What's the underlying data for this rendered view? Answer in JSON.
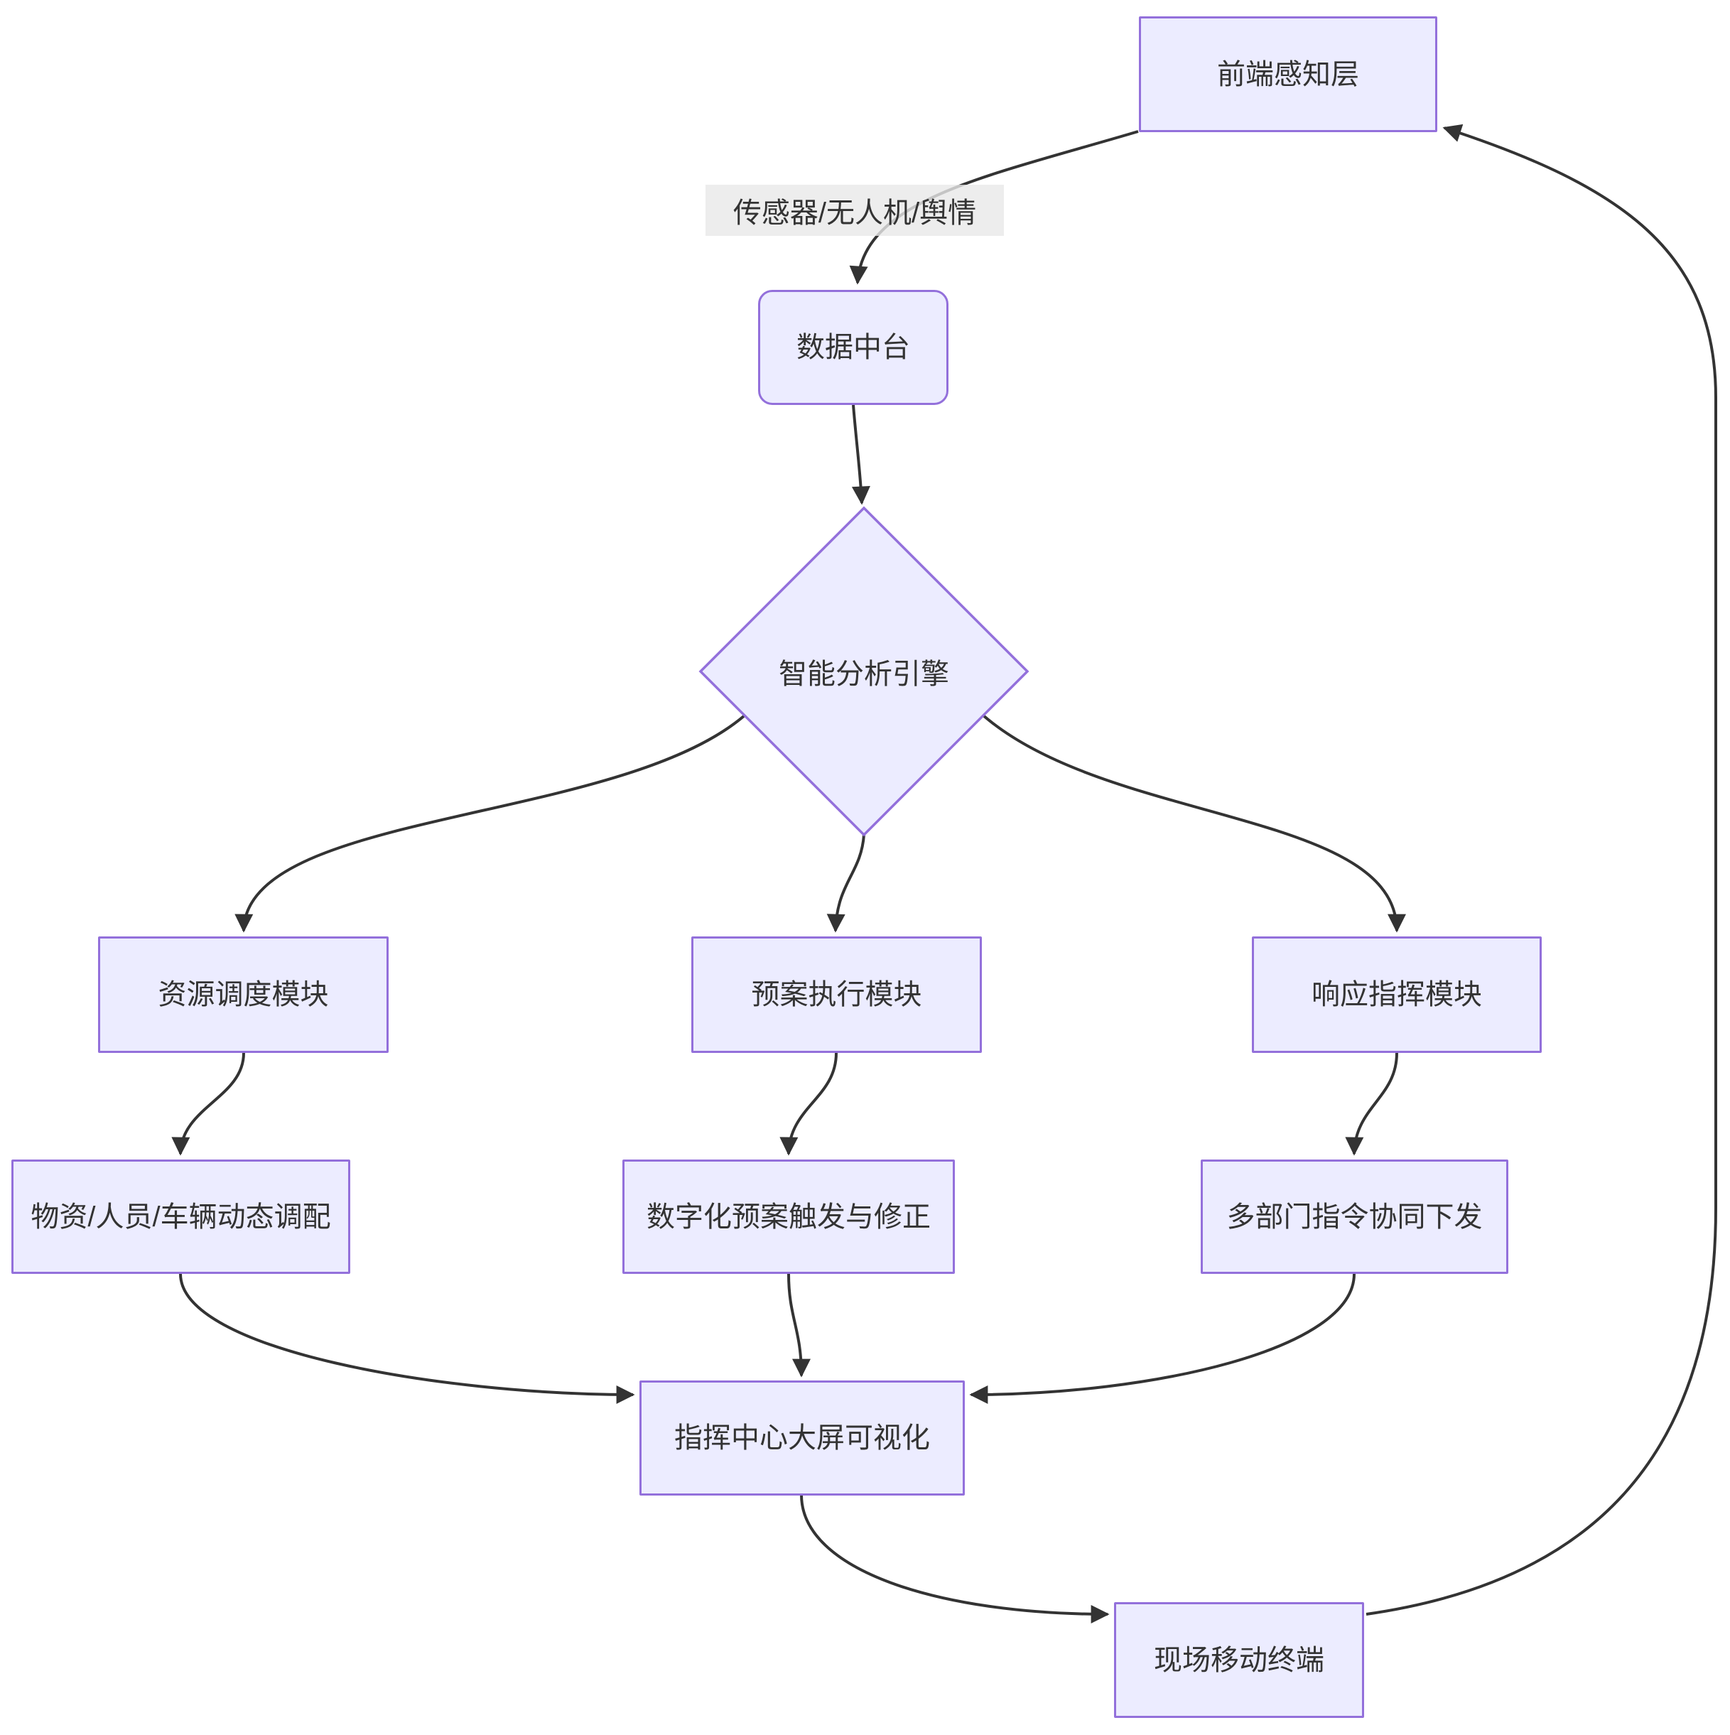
{
  "diagram": {
    "nodes": {
      "frontend": {
        "label": "前端感知层"
      },
      "data_platform": {
        "label": "数据中台"
      },
      "analysis_engine": {
        "label": "智能分析引擎"
      },
      "resource_module": {
        "label": "资源调度模块"
      },
      "plan_module": {
        "label": "预案执行模块"
      },
      "command_module": {
        "label": "响应指挥模块"
      },
      "allocation": {
        "label": "物资/人员/车辆动态调配"
      },
      "digital_plan": {
        "label": "数字化预案触发与修正"
      },
      "multi_dept": {
        "label": "多部门指令协同下发"
      },
      "dashboard": {
        "label": "指挥中心大屏可视化"
      },
      "mobile_terminal": {
        "label": "现场移动终端"
      }
    },
    "edge_labels": {
      "sensor": "传感器/无人机/舆情"
    },
    "colors": {
      "node_fill": "#ECECFF",
      "node_border": "#9370DB",
      "edge_line": "#333333",
      "text": "#333333",
      "edge_label_bg": "#e8e8e8",
      "background": "#ffffff"
    }
  }
}
